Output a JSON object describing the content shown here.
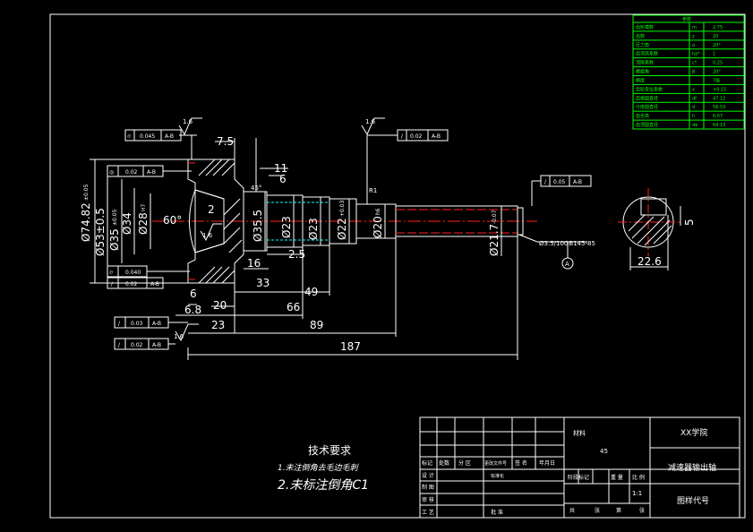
{
  "dims": {
    "d7482": "Ø74.82",
    "d7482_tol": "±0.05",
    "d53": "Ø53±0.5",
    "d35": "Ø35",
    "d35_tol": "±0.05",
    "d34": "Ø34",
    "d28": "Ø28",
    "d28_tol": "H7",
    "a60": "60°",
    "d355": "Ø35.5",
    "d23a": "Ø23",
    "d23b": "Ø23",
    "d22": "Ø22",
    "d22_tol": "+0.03",
    "d20": "Ø20",
    "d20_tol": "h6",
    "d217": "Ø21.7",
    "d217_tol": "-0.07",
    "l7_5": "7.5",
    "l11": "11",
    "l6a": "6",
    "l45": "45°",
    "l2": "2",
    "l2_5": "2.5",
    "l16": "16",
    "l33": "33",
    "l49": "49",
    "l66": "66",
    "l6b": "6",
    "l6_8": "6.8",
    "l20": "20",
    "l23": "23",
    "l89": "89",
    "l187": "187",
    "l22_6": "22.6",
    "l5": "5",
    "r1": "R1",
    "ra16a": "1.6",
    "ra16b": "1.6",
    "ra16c": "1.6",
    "ra16d": "1.6",
    "spline": "Ø3.5/10GB145-85",
    "datum_a": "A"
  },
  "tolerances": [
    {
      "symbol": "⌭",
      "value": "0.045",
      "datum": "A-B"
    },
    {
      "symbol": "◎",
      "value": "0.02",
      "datum": "A-B"
    },
    {
      "symbol": "⌭",
      "value": "0.040",
      "datum": ""
    },
    {
      "symbol": "/",
      "value": "0.02",
      "datum": "A-B"
    },
    {
      "symbol": "/",
      "value": "0.03",
      "datum": "A-B"
    },
    {
      "symbol": "/",
      "value": "0.02",
      "datum": "A-B"
    },
    {
      "symbol": "/",
      "value": "0.02",
      "datum": "A-B"
    },
    {
      "symbol": "/",
      "value": "0.05",
      "datum": "A-B"
    }
  ],
  "param_table": {
    "title": "参数",
    "rows": [
      [
        "齿轮模数",
        "m",
        "2.75"
      ],
      [
        "齿数",
        "z",
        "20"
      ],
      [
        "压力角",
        "α",
        "20°"
      ],
      [
        "齿顶高系数",
        "ha*",
        "1"
      ],
      [
        "顶隙系数",
        "c*",
        "0.25"
      ],
      [
        "螺旋角",
        "β",
        "20°"
      ],
      [
        "精度",
        "",
        "7级"
      ],
      [
        "齿轮变位系数",
        "x",
        "+0.15"
      ],
      [
        "齿根圆直径",
        "df",
        "47.12"
      ],
      [
        "分度圆直径",
        "d",
        "58.53"
      ],
      [
        "齿全高",
        "h",
        "6.07"
      ],
      [
        "齿顶圆直径",
        "da",
        "64.13"
      ]
    ]
  },
  "tech_req": {
    "title": "技术要求",
    "line1": "1.未注倒角去毛边毛刺",
    "line2": "2.未标注倒角C1"
  },
  "title_block": {
    "school": "XX学院",
    "part": "减速器输出轴",
    "drawing_code": "图样代号",
    "material_label": "材料",
    "material": "45",
    "scale": "1:1",
    "marks": "标记",
    "count": "处数",
    "zone": "分 区",
    "change_doc": "更改文件号",
    "sign": "签 名",
    "date": "年月日",
    "design": "设 计",
    "standard": "标准化",
    "stage_mark": "阶段标记",
    "weight": "重 量",
    "ratio": "比 例",
    "draw": "制 图",
    "check": "审 核",
    "process": "工 艺",
    "approve": "批 准",
    "total": "共",
    "sheet": "张",
    "page": "第",
    "page_sheet": "张"
  },
  "colors": {
    "background": "#000000",
    "outline": "#ffffff",
    "table": "#00ff00",
    "hidden": "#00ffff",
    "centerline": "#ff2020"
  }
}
